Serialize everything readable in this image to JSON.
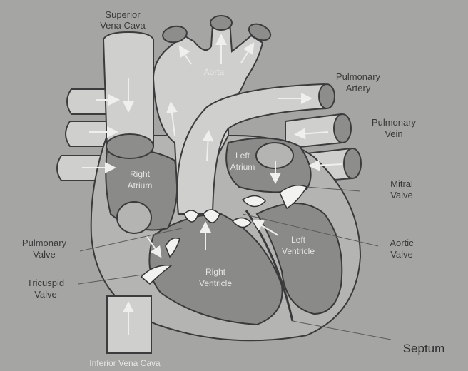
{
  "labels": {
    "superior_vena_cava": [
      "Superior",
      "Vena Cava"
    ],
    "aorta": "Aorta",
    "pulmonary_artery": [
      "Pulmonary",
      "Artery"
    ],
    "pulmonary_vein": [
      "Pulmonary",
      "Vein"
    ],
    "left_atrium": [
      "Left",
      "Atrium"
    ],
    "right_atrium": [
      "Right",
      "Atrium"
    ],
    "mitral_valve": [
      "Mitral",
      "Valve"
    ],
    "aortic_valve": [
      "Aortic",
      "Valve"
    ],
    "left_ventricle": [
      "Left",
      "Ventricle"
    ],
    "right_ventricle": [
      "Right",
      "Ventricle"
    ],
    "pulmonary_valve": [
      "Pulmonary",
      "Valve"
    ],
    "tricuspid_valve": [
      "Tricuspid",
      "Valve"
    ],
    "septum": "Septum",
    "inferior_vena_cava": "Inferior Vena Cava"
  }
}
